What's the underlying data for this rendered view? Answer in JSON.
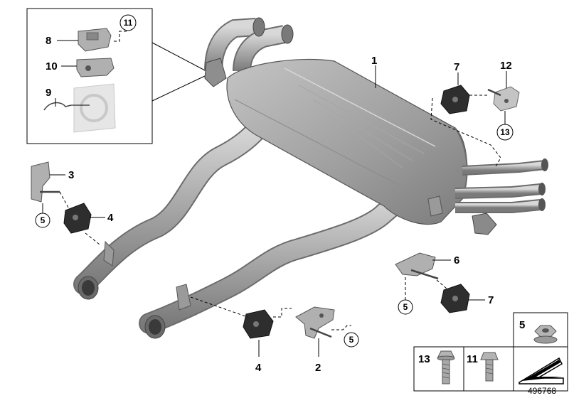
{
  "callouts": {
    "c1": "1",
    "c2": "2",
    "c3": "3",
    "c4a": "4",
    "c4b": "4",
    "c5a": "5",
    "c5b": "5",
    "c5c": "5",
    "c6": "6",
    "c7a": "7",
    "c7b": "7",
    "c8": "8",
    "c9": "9",
    "c10": "10",
    "c11": "11",
    "c12": "12",
    "c13": "13"
  },
  "legend": {
    "nut": "5",
    "bolt13": "13",
    "bolt11": "11"
  },
  "document_number": "496768",
  "colors": {
    "part_fill": "#b8b8b8",
    "part_dark": "#5a5a5a",
    "rubber": "#2a2a2a",
    "line": "#000000"
  }
}
